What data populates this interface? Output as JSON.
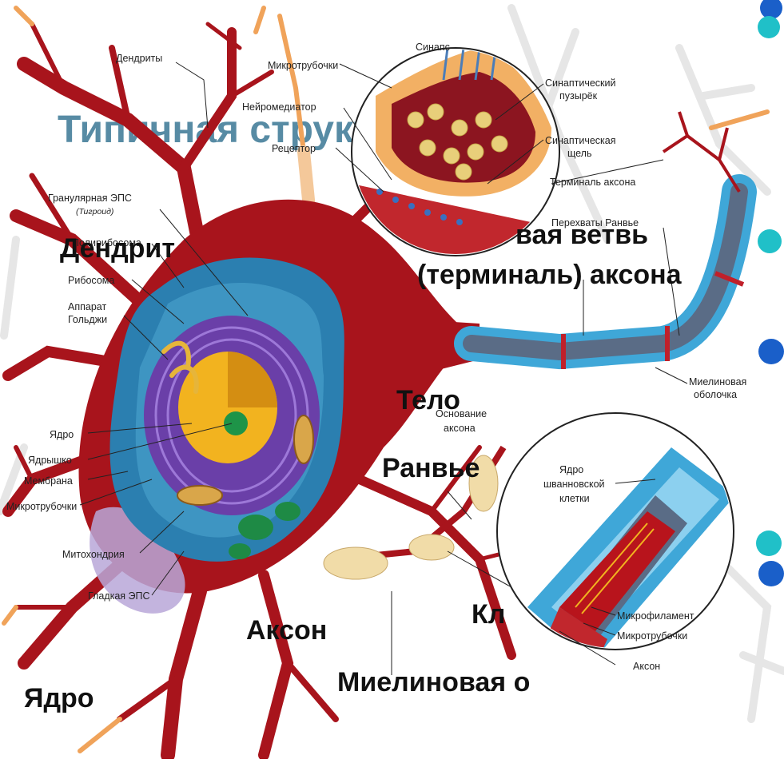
{
  "title_background": "Типичная структура",
  "big_labels": {
    "dendrite": "Дендрит",
    "axon_branch_1": "вая ветвь",
    "axon_branch_2": "(терминаль) аксона",
    "body": "Тело",
    "ranvier": "Ранвье",
    "axon": "Аксон",
    "cell": "Кл",
    "myelin": "Миелиновая о",
    "nucleus": "Ядро"
  },
  "labels": {
    "dendrites": "Дендриты",
    "microtubules_top": "Микротрубочки",
    "synapse": "Синапс",
    "neurotransmitter": "Нейромедиатор",
    "receptor": "Рецептор",
    "synaptic_vesicle_1": "Синаптический",
    "synaptic_vesicle_2": "пузырёк",
    "synaptic_cleft_1": "Синаптическая",
    "synaptic_cleft_2": "щель",
    "axon_terminal": "Терминаль аксона",
    "granular_er": "Гранулярная ЭПС",
    "tigroid": "(Тигроид)",
    "polyribosome": "Полирибосома",
    "ribosome": "Рибосома",
    "golgi_1": "Аппарат",
    "golgi_2": "Гольджи",
    "nodes_ranvier": "Перехваты Ранвье",
    "myelin_sheath_1": "Миелиновая",
    "myelin_sheath_2": "оболочка",
    "axon_hillock_1": "Основание",
    "axon_hillock_2": "аксона",
    "nucleus": "Ядро",
    "nucleolus": "Ядрышко",
    "membrane": "Мембрана",
    "microtubules_left": "Микротрубочки",
    "schwann_1": "Ядро",
    "schwann_2": "шванновской",
    "schwann_3": "клетки",
    "mitochondria": "Митохондрия",
    "smooth_er": "Гладкая ЭПС",
    "microfilament": "Микрофиламент",
    "microtubules_axon": "Микротрубочки",
    "axon_small": "Аксон"
  },
  "colors": {
    "cytoplasm": "#a8141c",
    "nucleus_blue": "#2b7fb0",
    "myelin": "#3fa7d8",
    "axon_core": "#5a6c86",
    "bullet_blue": "#1a5fc9",
    "bullet_cyan": "#20c0c8",
    "schwann": "#f1dca8"
  }
}
